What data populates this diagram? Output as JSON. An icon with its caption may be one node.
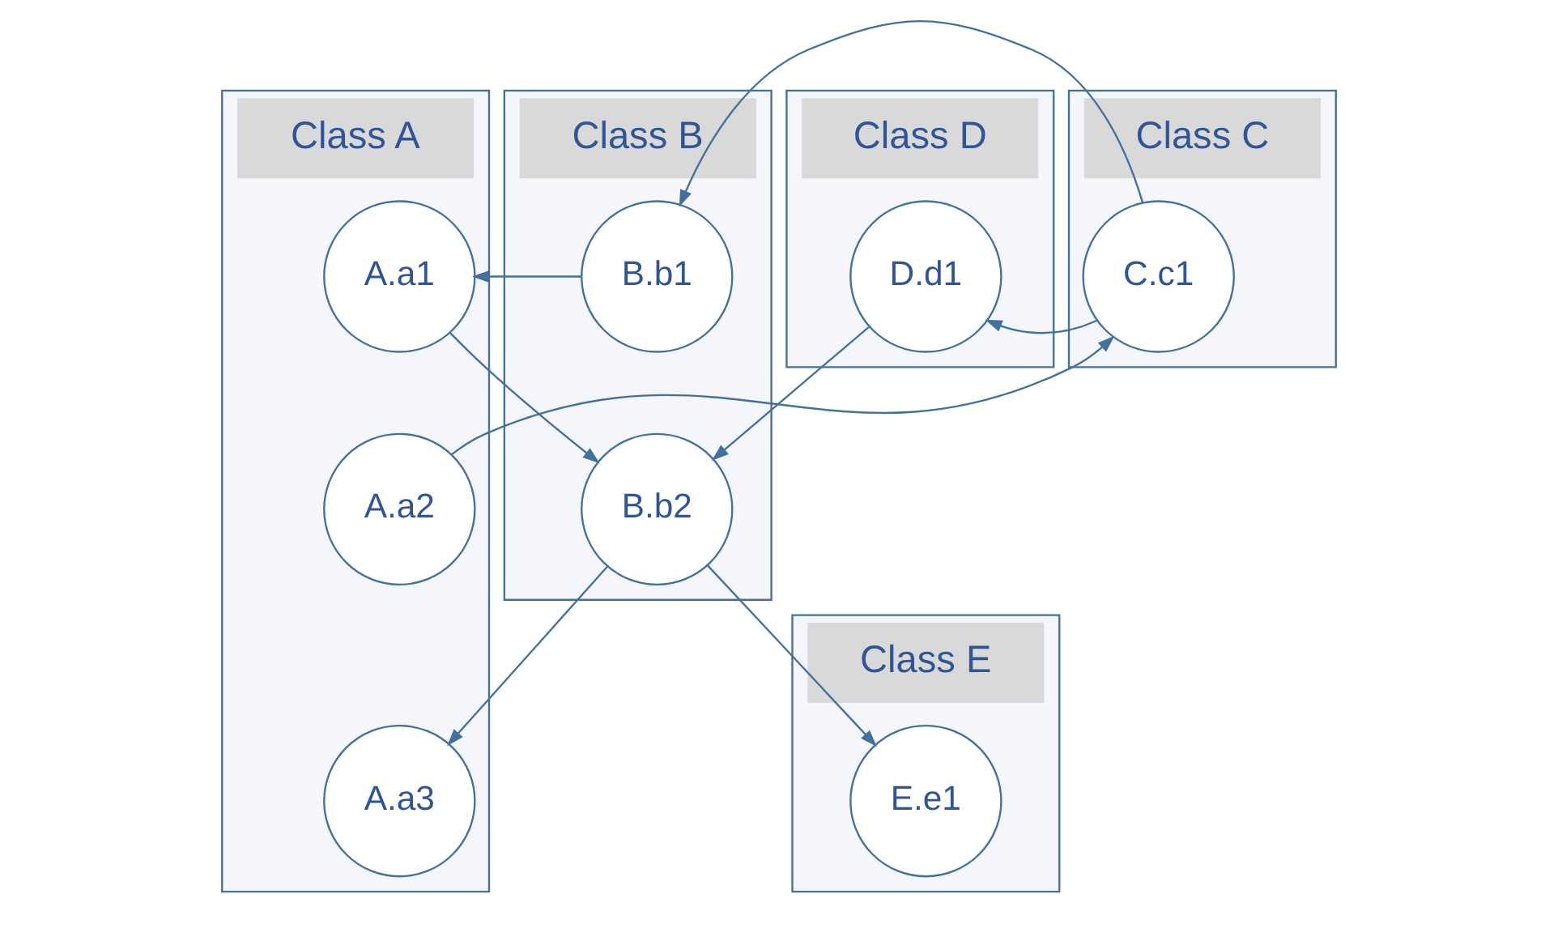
{
  "diagram": {
    "nodes": [
      {
        "text": [
          "Class A"
        ]
      },
      {
        "text": [
          "A.a1"
        ],
        "in": 0
      },
      {
        "text": [
          "A.a2"
        ],
        "in": 0
      },
      {
        "text": [
          "A.a3"
        ],
        "in": 0
      },
      {
        "text": [
          "Class B"
        ]
      },
      {
        "text": [
          "B.b1"
        ],
        "in": 4
      },
      {
        "text": [
          "B.b2"
        ],
        "in": 4
      },
      {
        "text": [
          "Class C"
        ]
      },
      {
        "text": [
          "C.c1"
        ],
        "in": 7
      },
      {
        "text": [
          "Class D"
        ]
      },
      {
        "text": [
          "D.d1"
        ],
        "in": 9
      },
      {
        "text": [
          "Class E"
        ]
      },
      {
        "text": [
          "E.e1"
        ],
        "in": 11
      }
    ],
    "edges": [
      {
        "from": 5,
        "to": 1,
        "arrow": "to"
      },
      {
        "from": 8,
        "to": 5,
        "arrow": "to"
      },
      {
        "from": 8,
        "to": 10,
        "arrow": "to"
      },
      {
        "from": 1,
        "to": 6,
        "arrow": "to"
      },
      {
        "from": 2,
        "to": 8,
        "arrow": "to"
      },
      {
        "from": 10,
        "to": 6,
        "arrow": "to"
      },
      {
        "from": 6,
        "to": 3,
        "arrow": "to"
      },
      {
        "from": 6,
        "to": 12,
        "arrow": "to"
      }
    ]
  }
}
